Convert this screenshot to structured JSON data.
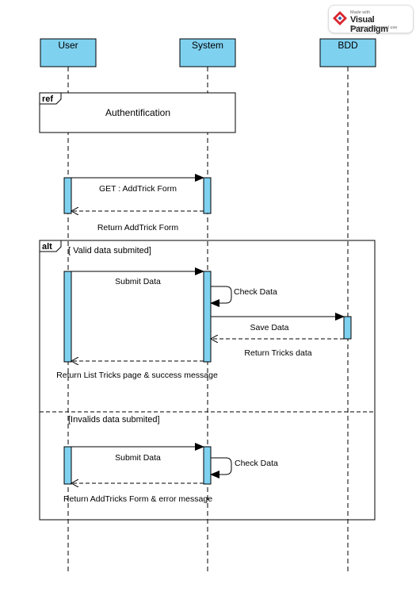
{
  "badge": {
    "made_with": "Made with",
    "brand": "Visual Paradigm",
    "note": "For non-commercial use"
  },
  "lifelines": [
    {
      "id": "user",
      "label": "User"
    },
    {
      "id": "system",
      "label": "System"
    },
    {
      "id": "bdd",
      "label": "BDD"
    }
  ],
  "ref_frame": {
    "tag": "ref",
    "label": "Authentification"
  },
  "messages": {
    "get_addtrick": "GET : AddTrick Form",
    "return_addtrick": "Return AddTrick Form",
    "submit_valid": "Submit Data",
    "check_valid": "Check Data",
    "save_data": "Save Data",
    "return_tricks": "Return Tricks data",
    "return_list": "Return List Tricks page & success message",
    "submit_invalid": "Submit Data",
    "check_invalid": "Check Data",
    "return_error": "Return AddTricks Form & error message"
  },
  "alt_frame": {
    "tag": "alt",
    "guard_valid": "[ Valid data submited]",
    "guard_invalid": "[Invalids data submited]"
  },
  "colors": {
    "lifeline_fill": "#7fd1f0",
    "line": "#000000"
  }
}
